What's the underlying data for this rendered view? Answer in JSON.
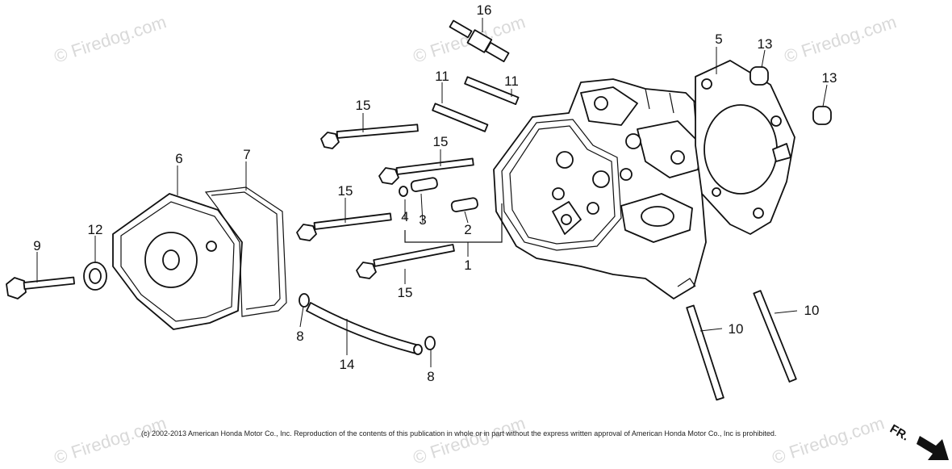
{
  "watermark": "© Firedog.com",
  "copyright": "(c) 2002-2013 American Honda Motor Co., Inc. Reproduction of the contents of this publication in whole or in part without the express written approval of American Honda Motor Co., Inc is prohibited.",
  "direction_label": "FR.",
  "callouts": [
    {
      "id": "1",
      "text": "1"
    },
    {
      "id": "2",
      "text": "2"
    },
    {
      "id": "3",
      "text": "3"
    },
    {
      "id": "4",
      "text": "4"
    },
    {
      "id": "5",
      "text": "5"
    },
    {
      "id": "6",
      "text": "6"
    },
    {
      "id": "7",
      "text": "7"
    },
    {
      "id": "8a",
      "text": "8"
    },
    {
      "id": "8b",
      "text": "8"
    },
    {
      "id": "9",
      "text": "9"
    },
    {
      "id": "10a",
      "text": "10"
    },
    {
      "id": "10b",
      "text": "10"
    },
    {
      "id": "11a",
      "text": "11"
    },
    {
      "id": "11b",
      "text": "11"
    },
    {
      "id": "12",
      "text": "12"
    },
    {
      "id": "13a",
      "text": "13"
    },
    {
      "id": "13b",
      "text": "13"
    },
    {
      "id": "14",
      "text": "14"
    },
    {
      "id": "15a",
      "text": "15"
    },
    {
      "id": "15b",
      "text": "15"
    },
    {
      "id": "15c",
      "text": "15"
    },
    {
      "id": "15d",
      "text": "15"
    },
    {
      "id": "16",
      "text": "16"
    }
  ]
}
